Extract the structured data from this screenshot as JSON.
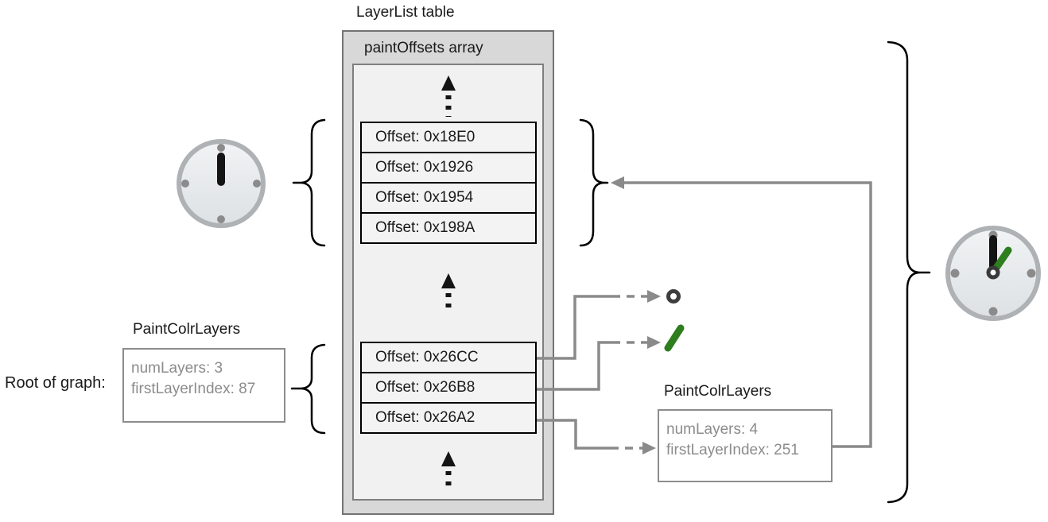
{
  "title": "LayerList table",
  "array_label": "paintOffsets array",
  "group1": [
    "Offset: 0x18E0",
    "Offset: 0x1926",
    "Offset: 0x1954",
    "Offset: 0x198A"
  ],
  "group2": [
    "Offset: 0x26CC",
    "Offset: 0x26B8",
    "Offset: 0x26A2"
  ],
  "root_label": "Root of graph:",
  "left_record": {
    "title": "PaintColrLayers",
    "fields": [
      "numLayers: 3",
      "firstLayerIndex: 87"
    ]
  },
  "right_record": {
    "title": "PaintColrLayers",
    "fields": [
      "numLayers: 4",
      "firstLayerIndex: 251"
    ]
  },
  "icons": {
    "left_clock": "clock-twelve-icon",
    "right_clock": "clock-twelve-green-hand-icon",
    "ring": "ring-icon",
    "slash": "green-slash-icon",
    "dotted_arrows": "ellipsis-up-arrow-icon"
  },
  "colors": {
    "outer_box_fill": "#d8d8d8",
    "inner_box_fill": "#f1f1f1",
    "row_fill": "#f3f3f3",
    "connector_gray": "#8a8a8a",
    "record_gray": "#8c8c8c",
    "green_accent": "#2e7d1e",
    "black": "#1a1a1a"
  }
}
